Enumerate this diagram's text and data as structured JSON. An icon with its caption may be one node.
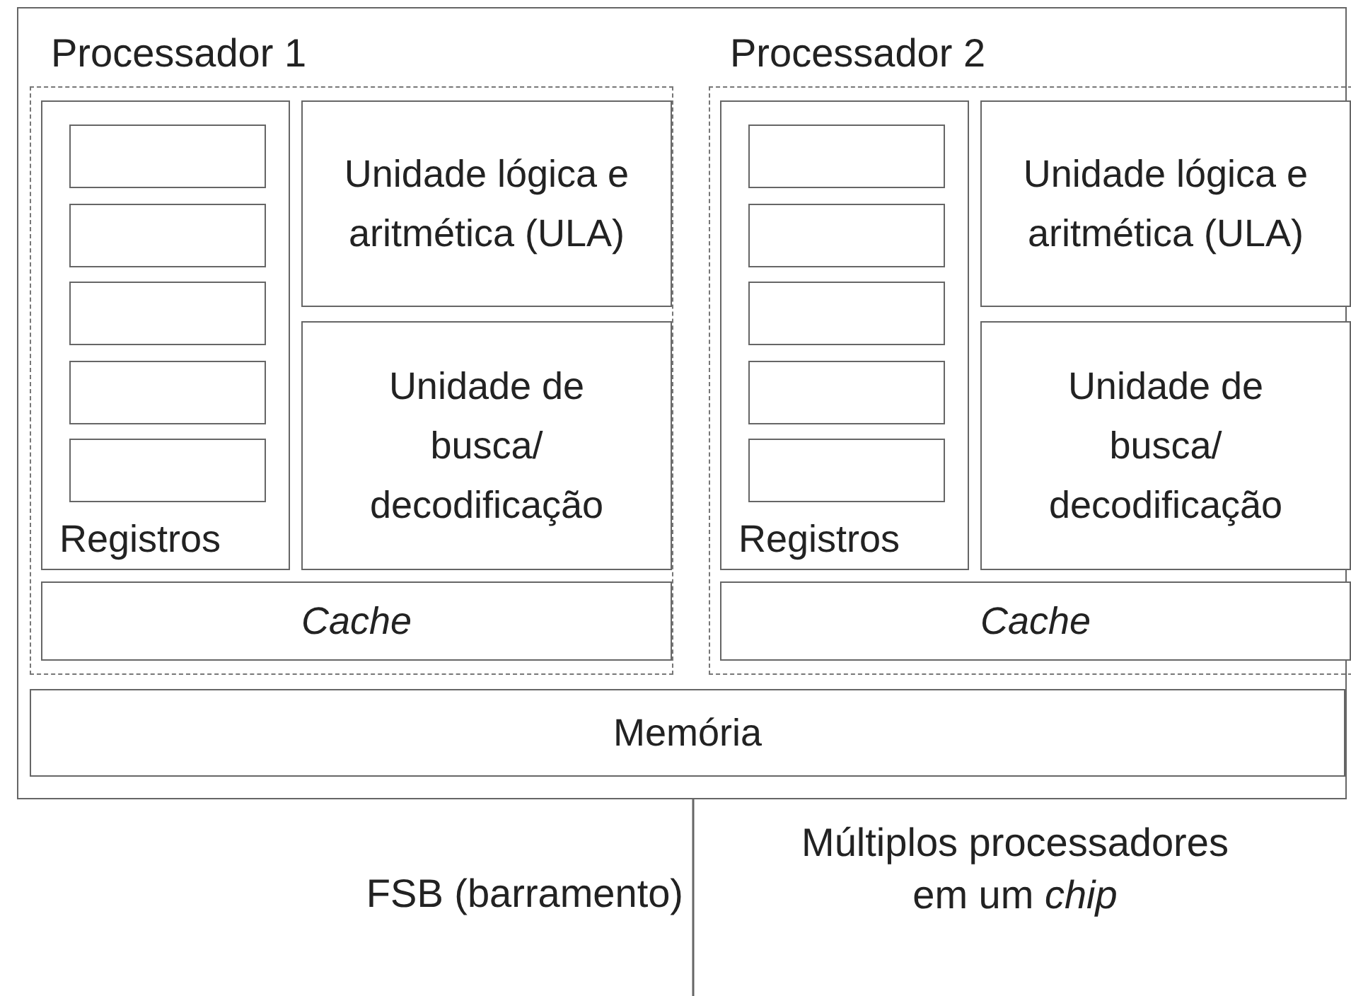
{
  "diagram": {
    "nodes": [
      {
        "text": [],
        "shape": "box"
      },
      {
        "text": [
          "Processador 1"
        ],
        "in": 0
      },
      {
        "text": [
          "Registros"
        ],
        "in": 1
      },
      {
        "text": [],
        "shape": "box",
        "in": 2
      },
      {
        "text": [],
        "shape": "box",
        "in": 2
      },
      {
        "text": [],
        "shape": "box",
        "in": 2
      },
      {
        "text": [],
        "shape": "box",
        "in": 2
      },
      {
        "text": [],
        "shape": "box",
        "in": 2
      },
      {
        "text": [
          "Unidade lógica e aritmética (ULA)"
        ],
        "in": 1
      },
      {
        "text": [
          "Unidade de busca/ decodificação"
        ],
        "in": 1
      },
      {
        "text": [
          "Cache"
        ],
        "in": 1
      },
      {
        "text": [
          "Processador 2"
        ],
        "in": 0
      },
      {
        "text": [
          "Registros"
        ],
        "in": 11
      },
      {
        "text": [],
        "shape": "box",
        "in": 12
      },
      {
        "text": [],
        "shape": "box",
        "in": 12
      },
      {
        "text": [],
        "shape": "box",
        "in": 12
      },
      {
        "text": [],
        "shape": "box",
        "in": 12
      },
      {
        "text": [],
        "shape": "box",
        "in": 12
      },
      {
        "text": [
          "Unidade lógica e aritmética (ULA)"
        ],
        "in": 11
      },
      {
        "text": [
          "Unidade de busca/ decodificação"
        ],
        "in": 11
      },
      {
        "text": [
          "Cache"
        ],
        "in": 11
      },
      {
        "text": [
          "Memória"
        ],
        "in": 0
      }
    ],
    "labels": [
      "FSB (barramento)",
      "Múltiplos processadores em um *chip*"
    ]
  }
}
